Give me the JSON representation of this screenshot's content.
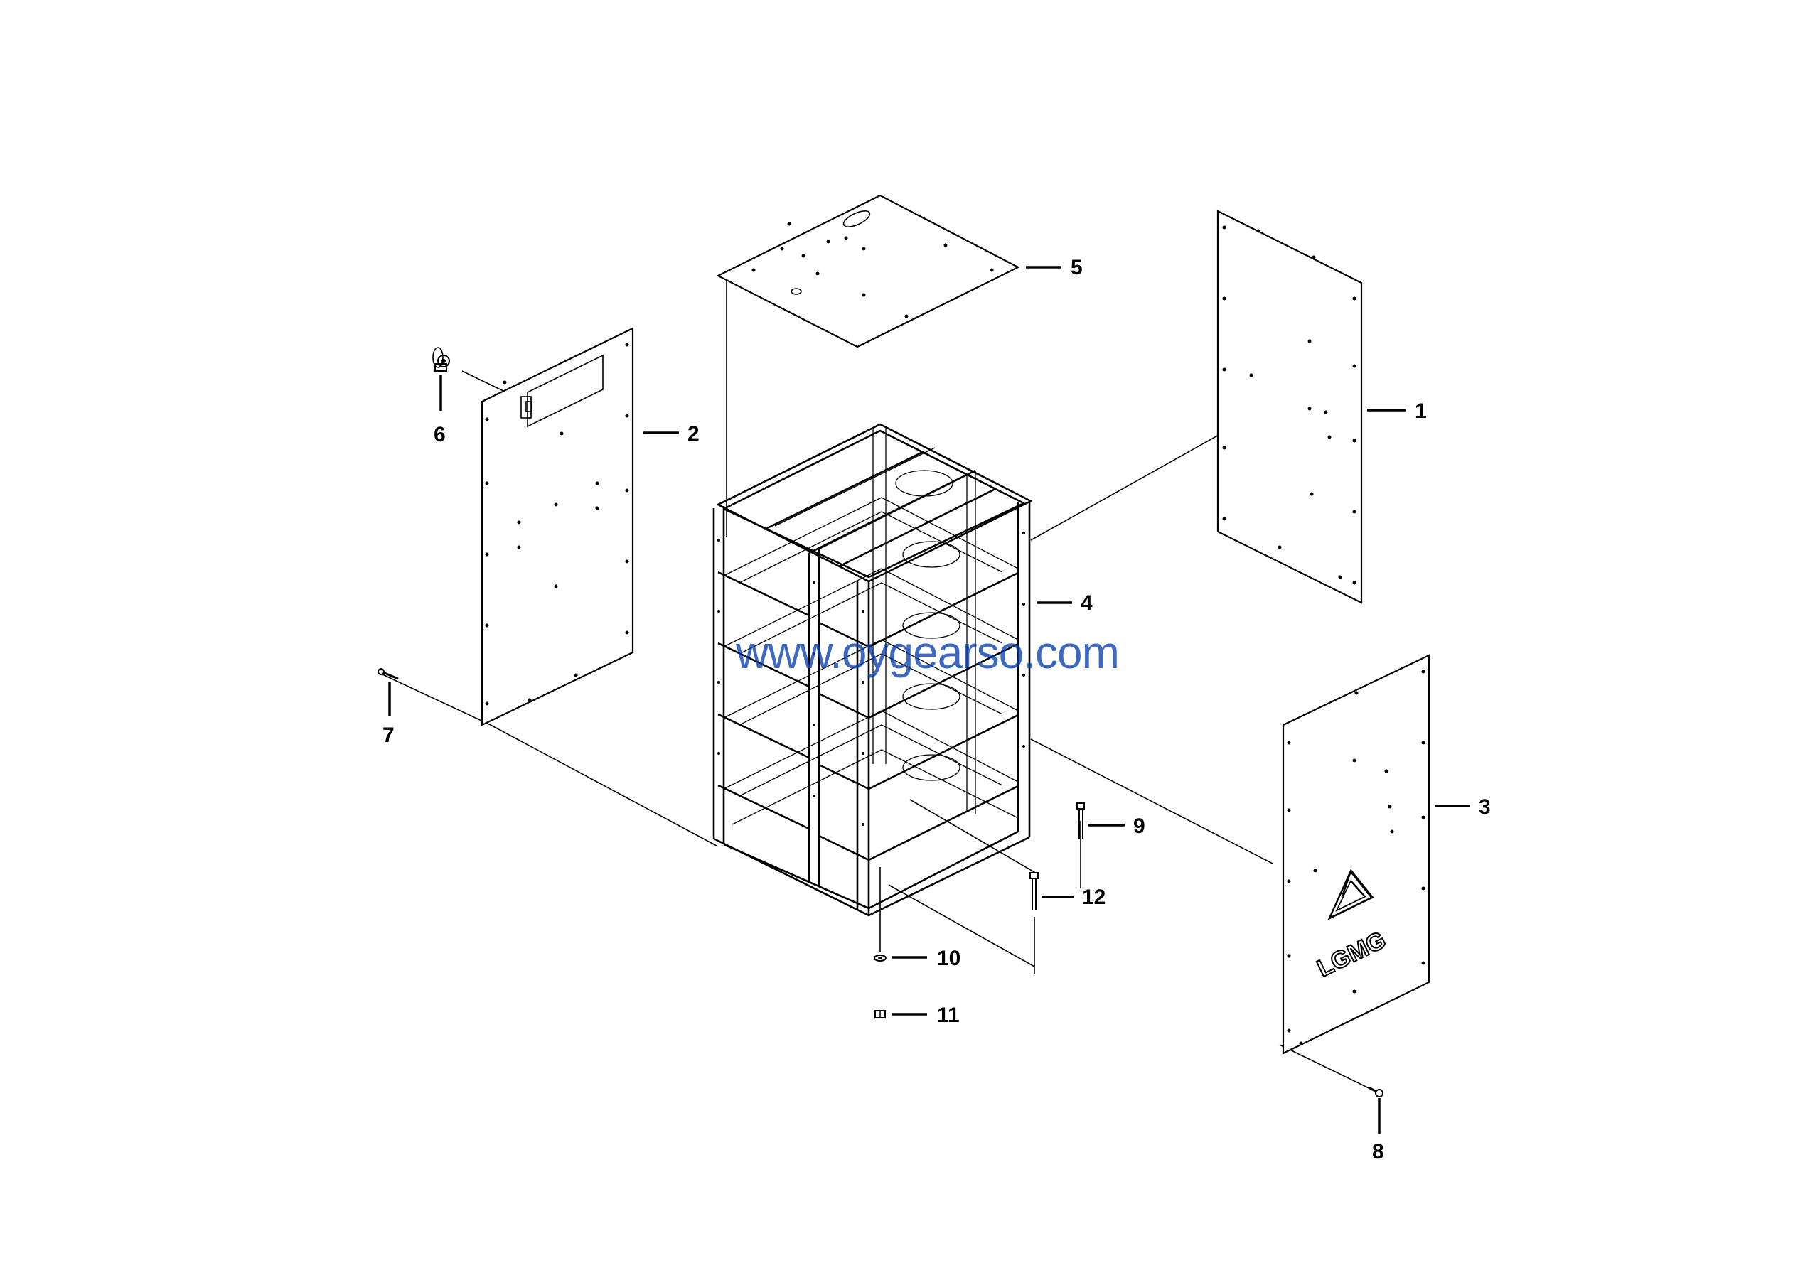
{
  "diagram": {
    "callouts": [
      {
        "id": "1",
        "label": "1",
        "part": "side-panel-right-rear"
      },
      {
        "id": "2",
        "label": "2",
        "part": "side-panel-left"
      },
      {
        "id": "3",
        "label": "3",
        "part": "side-panel-right-front"
      },
      {
        "id": "4",
        "label": "4",
        "part": "frame"
      },
      {
        "id": "5",
        "label": "5",
        "part": "top-panel"
      },
      {
        "id": "6",
        "label": "6",
        "part": "latch"
      },
      {
        "id": "7",
        "label": "7",
        "part": "screw-left"
      },
      {
        "id": "8",
        "label": "8",
        "part": "screw-right"
      },
      {
        "id": "9",
        "label": "9",
        "part": "long-bolt"
      },
      {
        "id": "10",
        "label": "10",
        "part": "washer"
      },
      {
        "id": "11",
        "label": "11",
        "part": "nut"
      },
      {
        "id": "12",
        "label": "12",
        "part": "bolt"
      }
    ],
    "watermark": "www.oygearso.com",
    "logo_text": "LGMG",
    "colors": {
      "line": "#000000",
      "background": "#ffffff",
      "watermark": "#0a3fb0"
    }
  }
}
